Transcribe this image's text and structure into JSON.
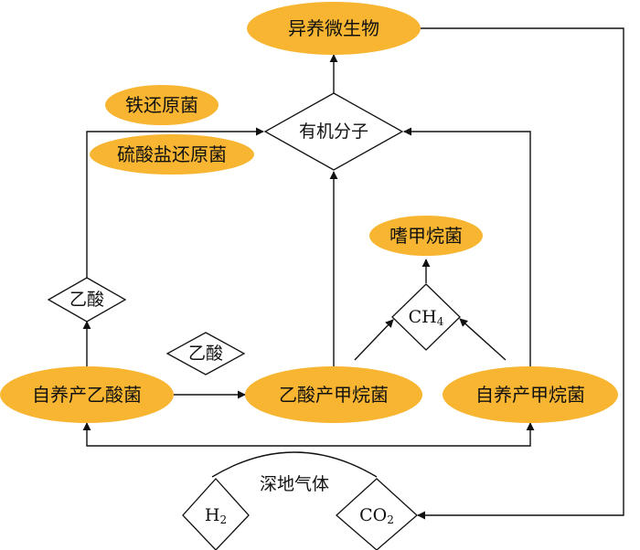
{
  "colors": {
    "node_fill": "#F7B531",
    "line": "#111111",
    "background": "#ffffff"
  },
  "nodes": {
    "heterotrophs": "异养微生物",
    "organic_molecules": "有机分子",
    "iron_reducers": "铁还原菌",
    "sulfate_reducers": "硫酸盐还原菌",
    "methanotrophs": "嗜甲烷菌",
    "ch4_main": "CH",
    "ch4_sub": "4",
    "acetate_left": "乙酸",
    "acetate_mid": "乙酸",
    "autotrophic_acetogens": "自养产乙酸菌",
    "acetoclastic_methanogens": "乙酸产甲烷菌",
    "autotrophic_methanogens": "自养产甲烷菌",
    "deep_gas": "深地气体",
    "h2_main": "H",
    "h2_sub": "2",
    "co2_main": "CO",
    "co2_sub": "2"
  }
}
